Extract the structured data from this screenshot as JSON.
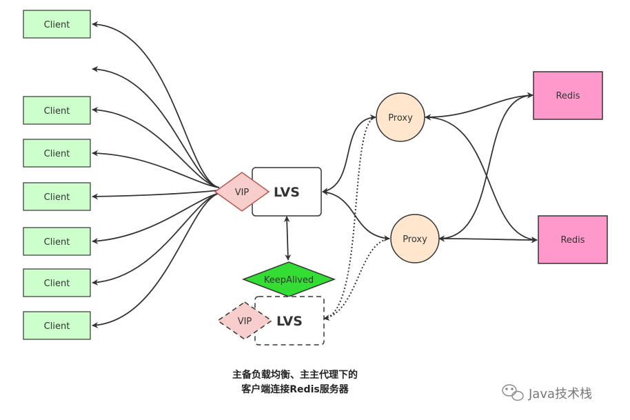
{
  "diagram": {
    "clients": [
      "Client",
      "Client",
      "Client",
      "Client",
      "Client",
      "Client",
      "Client"
    ],
    "vip_primary": "VIP",
    "lvs_primary": "LVS",
    "keepalived": "KeepAlived",
    "vip_backup": "VIP",
    "lvs_backup": "LVS",
    "proxy_top": "Proxy",
    "proxy_bottom": "Proxy",
    "redis_top": "Redis",
    "redis_bottom": "Redis",
    "caption_line1": "主备负载均衡、主主代理下的",
    "caption_line2": "客户端连接Redis服务器",
    "watermark": "Java技术栈"
  },
  "colors": {
    "client_fill": "#ccffcc",
    "client_stroke": "#333333",
    "vip_fill": "#f8cecc",
    "keepalived_fill": "#33dd33",
    "proxy_fill": "#ffe6cc",
    "redis_fill": "#ff99cc",
    "edge": "#333333"
  }
}
